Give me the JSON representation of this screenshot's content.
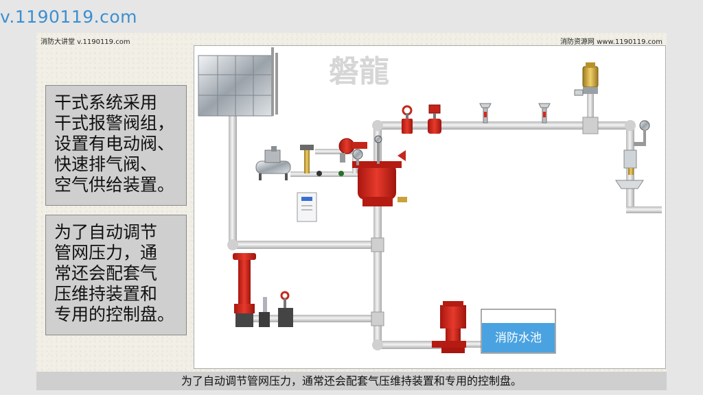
{
  "top_url": "v.1190119.com",
  "slide": {
    "header_left": "消防大讲堂 v.1190119.com",
    "header_right": "消防资源网 www.1190119.com",
    "watermark": "磐龍",
    "text_box_1": [
      "干式系统采用",
      "干式报警阀组，",
      "设置有电动阀、",
      "快速排气阀、",
      "空气供给装置。"
    ],
    "text_box_2": [
      "为了自动调节",
      "管网压力，通",
      "常还会配套气",
      "压维持装置和",
      "专用的控制盘。"
    ],
    "pool_label": "消防水池",
    "caption": "为了自动调节管网压力，通常还会配套气压维持装置和专用的控制盘。"
  },
  "colors": {
    "pipe": "#dcdcdc",
    "valve_red": "#d8261b",
    "pool_blue": "#4aa3e0",
    "brass": "#c9a23a"
  }
}
